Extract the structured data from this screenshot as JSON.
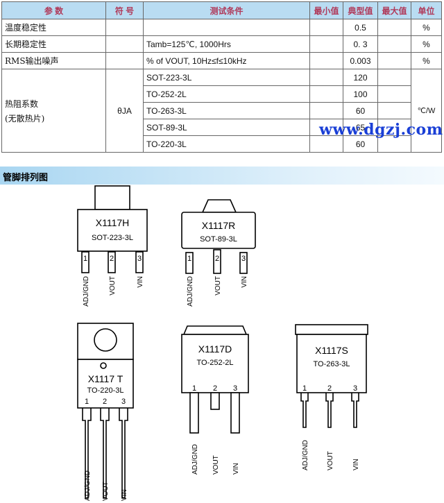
{
  "table": {
    "headers": [
      "参 数",
      "符 号",
      "测试条件",
      "最小值",
      "典型值",
      "最大值",
      "单位"
    ],
    "rows": [
      {
        "param": "温度稳定性",
        "symbol": "",
        "cond": "",
        "min": "",
        "typ": "0.5",
        "max": "",
        "unit": "%"
      },
      {
        "param": "长期稳定性",
        "symbol": "",
        "cond": "Tamb=125℃, 1000Hrs",
        "min": "",
        "typ": "0. 3",
        "max": "",
        "unit": "%"
      },
      {
        "param": "RMS输出噪声",
        "symbol": "",
        "cond": "% of VOUT, 10Hz≤f≤10kHz",
        "min": "",
        "typ": "0.003",
        "max": "",
        "unit": "%"
      }
    ],
    "thermal": {
      "param_line1": "热阻系数",
      "param_line2": "(无散热片)",
      "symbol": "θJA",
      "unit": "℃/W",
      "rows": [
        {
          "cond": "SOT-223-3L",
          "typ": "120"
        },
        {
          "cond": "TO-252-2L",
          "typ": "100"
        },
        {
          "cond": "TO-263-3L",
          "typ": "60"
        },
        {
          "cond": "SOT-89-3L",
          "typ": "65"
        },
        {
          "cond": "TO-220-3L",
          "typ": "60"
        }
      ]
    }
  },
  "watermark": "www.dgzj.com",
  "section_title": "管脚排列图",
  "packages": {
    "sot223": {
      "part": "X1117H",
      "pkg": "SOT-223-3L"
    },
    "sot89": {
      "part": "X1117R",
      "pkg": "SOT-89-3L"
    },
    "to220": {
      "part": "X1117 T",
      "pkg": "TO-220-3L"
    },
    "to252": {
      "part": "X1117D",
      "pkg": "TO-252-2L"
    },
    "to263": {
      "part": "X1117S",
      "pkg": "TO-263-3L"
    }
  },
  "pins": {
    "p1": "1",
    "p2": "2",
    "p3": "3",
    "adj": "ADJ/GND",
    "vout": "VOUT",
    "vin": "VIN"
  }
}
